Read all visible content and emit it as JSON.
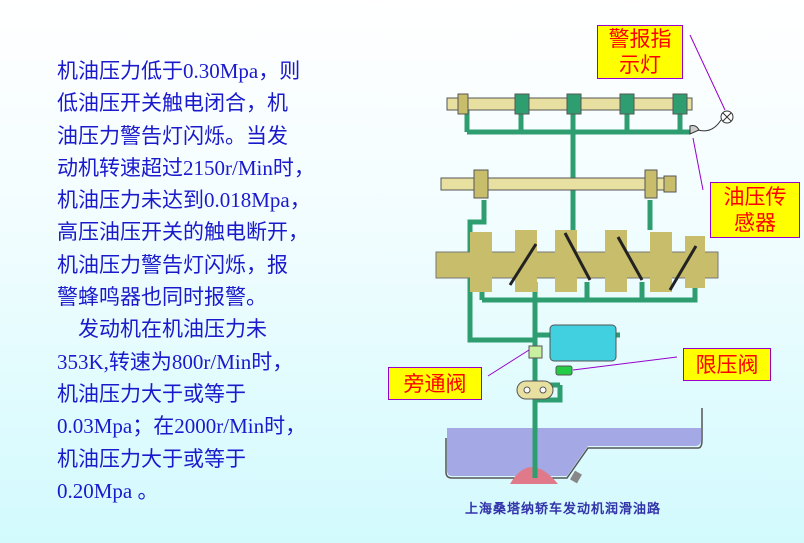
{
  "paragraph_lines": [
    "机油压力低于0.30Mpa，则",
    "低油压开关触电闭合，机",
    "油压力警告灯闪烁。当发",
    "动机转速超过2150r/Min时，",
    "机油压力未达到0.018Mpa，",
    "高压油压开关的触电断开，",
    "机油压力警告灯闪烁，报",
    "警蜂鸣器也同时报警。",
    "　发动机在机油压力未",
    "353K,转速为800r/Min时，",
    "机油压力大于或等于",
    "0.03Mpa；在2000r/Min时，",
    "机油压力大于或等于",
    "0.20Mpa 。"
  ],
  "diagram": {
    "labels": {
      "warning_light": "警报指示灯",
      "pressure_sensor": "油压传感器",
      "bypass_valve": "旁通阀",
      "relief_valve": "限压阀"
    },
    "caption": "上海桑塔纳轿车发动机润滑油路"
  },
  "colors": {
    "text": "#1a1acc",
    "label_bg": "#ffff00",
    "label_text": "#ff0000",
    "oil_line": "#2e9e70",
    "shaft": "#c8bd6a"
  }
}
